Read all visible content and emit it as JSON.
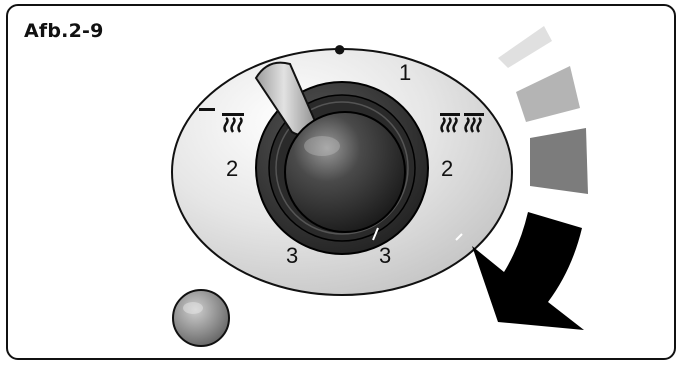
{
  "figure": {
    "label": "Afb.2-9"
  },
  "dial": {
    "top_marker": "●",
    "positions": {
      "top": "1",
      "right_mid": "2",
      "left_mid": "2",
      "bottom_left": "3",
      "bottom_right": "3"
    },
    "icons": {
      "left": "minus-single-heating-icon",
      "right": "double-heating-icon"
    }
  },
  "indicator_light": {
    "color": "#8a8a8a"
  },
  "arrow": {
    "direction": "clockwise",
    "segment_colors": [
      "#e0e0e0",
      "#b4b4b4",
      "#7c7c7c",
      "#000000"
    ]
  }
}
